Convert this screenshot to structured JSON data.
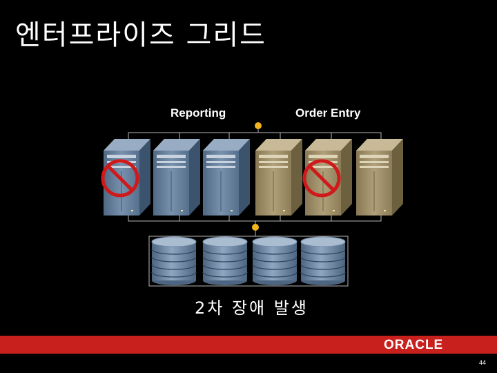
{
  "slide": {
    "title": "엔터프라이즈 그리드",
    "caption": "2차 장애 발생",
    "page_number": "44"
  },
  "groups": [
    {
      "label": "Reporting"
    },
    {
      "label": "Order Entry"
    }
  ],
  "servers": [
    {
      "group": "Reporting",
      "failed": true
    },
    {
      "group": "Reporting",
      "failed": false
    },
    {
      "group": "Reporting",
      "failed": false
    },
    {
      "group": "Order Entry",
      "failed": false
    },
    {
      "group": "Order Entry",
      "failed": true
    },
    {
      "group": "Order Entry",
      "failed": false
    }
  ],
  "storage_units": 4,
  "brand": {
    "text": "ORACLE"
  },
  "colors": {
    "background": "#000000",
    "reporting_server": "#5f7a96",
    "order_entry_server": "#9a8a66",
    "failure": "#d0191b",
    "connector": "#f2b51c",
    "footer_bar": "#c8201c",
    "storage": "#6f88a4"
  }
}
